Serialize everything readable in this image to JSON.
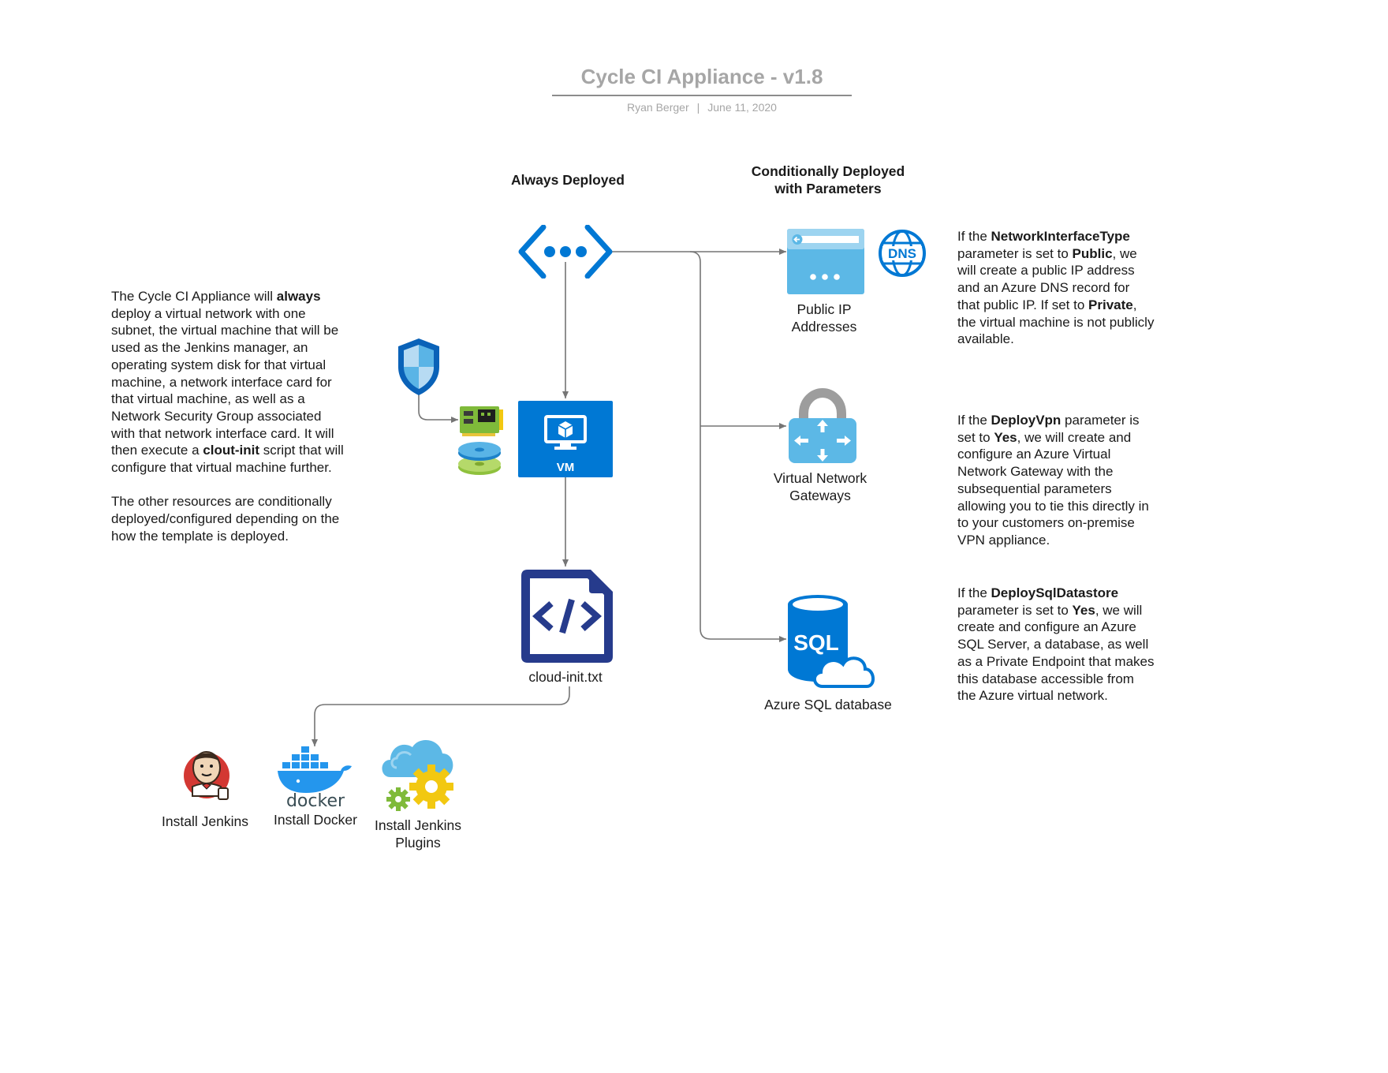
{
  "header": {
    "title": "Cycle CI Appliance - v1.8",
    "author": "Ryan Berger",
    "date": "June 11, 2020"
  },
  "columns": {
    "always": "Always Deployed",
    "conditional_line1": "Conditionally Deployed",
    "conditional_line2": "with Parameters"
  },
  "left_description": {
    "p1_part1": "The Cycle CI Appliance will ",
    "p1_bold1": "always",
    "p1_part2": " deploy a virtual network with one subnet, the virtual machine that will be used as the Jenkins manager, an operating system disk for that virtual machine, a network interface card for that virtual machine, as well as a Network Security Group associated with that network interface card. It will then execute a ",
    "p1_bold2": "clout-init",
    "p1_part3": " script that will configure that virtual machine further.",
    "p2": "The other resources are conditionally deployed/configured depending on the how the template is deployed."
  },
  "nodes": {
    "vm_label": "VM",
    "cloud_init": "cloud-init.txt",
    "public_ip_line1": "Public IP",
    "public_ip_line2": "Addresses",
    "dns_badge": "DNS",
    "vng_line1": "Virtual Network",
    "vng_line2": "Gateways",
    "sql_badge": "SQL",
    "sql_label": "Azure SQL database",
    "docker_word": "docker"
  },
  "steps": {
    "jenkins": "Install Jenkins",
    "docker": "Install Docker",
    "plugins_line1": "Install Jenkins",
    "plugins_line2": "Plugins"
  },
  "right_notes": {
    "public_ip": {
      "t1": "If the ",
      "b1": "NetworkInterfaceType",
      "t2": " parameter is set to ",
      "b2": "Public",
      "t3": ", we will create a public IP address and an Azure DNS record for that public IP. If set to ",
      "b3": "Private",
      "t4": ", the virtual machine is not publicly available."
    },
    "vpn": {
      "t1": "If the ",
      "b1": "DeployVpn",
      "t2": " parameter is set to ",
      "b2": "Yes",
      "t3": ", we will create and configure an Azure Virtual Network Gateway with the subsequential parameters allowing you to tie this directly in to your customers on-premise VPN appliance."
    },
    "sql": {
      "t1": "If the ",
      "b1": "DeploySqlDatastore",
      "t2": " parameter is set to ",
      "b2": "Yes",
      "t3": ", we will create and configure an Azure SQL Server, a database, as well as a Private Endpoint that makes this database accessible from the Azure virtual network."
    }
  },
  "colors": {
    "azure_blue": "#0078d4",
    "azure_light": "#50b0e0",
    "navy": "#263b8c",
    "connector": "#757575",
    "title_gray": "#a6a6a6"
  }
}
